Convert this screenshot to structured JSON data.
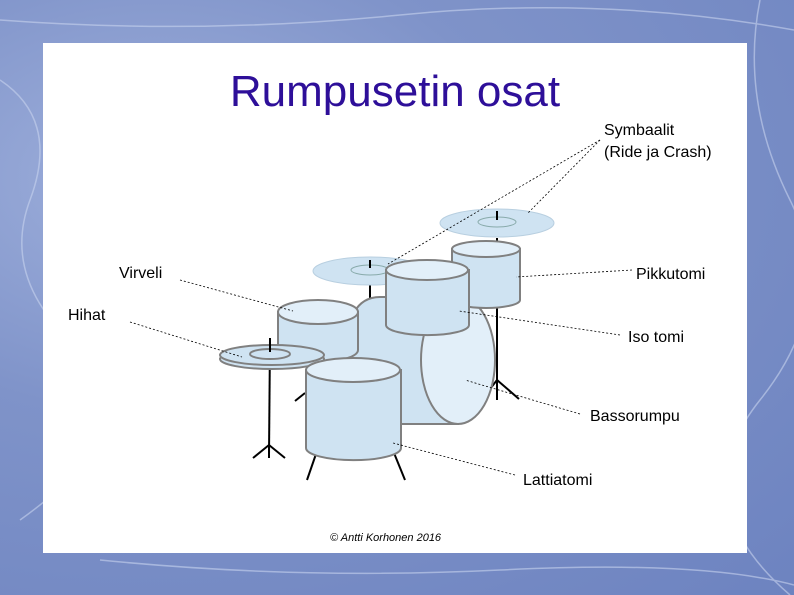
{
  "title": "Rumpusetin osat",
  "labels": {
    "symbaalit": "Symbaalit",
    "ride_crash": "(Ride ja Crash)",
    "pikkutomi": "Pikkutomi",
    "virveli": "Virveli",
    "hihat": "Hihat",
    "iso_tomi": "Iso tomi",
    "bassorumpu": "Bassorumpu",
    "lattiatomi": "Lattiatomi"
  },
  "copyright": "© Antti Korhonen 2016",
  "colors": {
    "title": "#2e0f99",
    "drum_fill": "#cfe3f2",
    "drum_top": "#e2eff9",
    "stroke": "#808080"
  }
}
